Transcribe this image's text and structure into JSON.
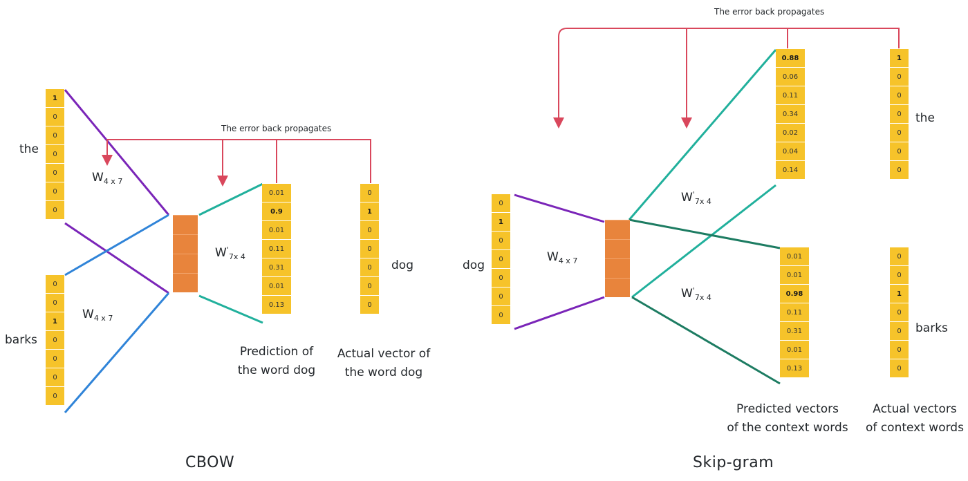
{
  "colors": {
    "vector": "#f6c32a",
    "hidden": "#e8843c",
    "arrow": "#d9475c",
    "purple": "#7a25b8",
    "blue": "#3084d8",
    "teal": "#21b09c",
    "darkteal": "#1d7c62"
  },
  "cbow": {
    "title": "CBOW",
    "error_label": "The error back propagates",
    "input_the": {
      "word": "the",
      "values": [
        "1",
        "0",
        "0",
        "0",
        "0",
        "0",
        "0"
      ]
    },
    "input_barks": {
      "word": "barks",
      "values": [
        "0",
        "0",
        "1",
        "0",
        "0",
        "0",
        "0"
      ]
    },
    "w_upper": {
      "base": "W",
      "sub": "4 x 7"
    },
    "w_lower": {
      "base": "W",
      "sub": "4 x 7"
    },
    "w_out": {
      "base": "W",
      "sup": "'",
      "sub": "7x 4"
    },
    "prediction": {
      "values": [
        "0.01",
        "0.9",
        "0.01",
        "0.11",
        "0.31",
        "0.01",
        "0.13"
      ],
      "hot_index": 1
    },
    "actual": {
      "values": [
        "0",
        "1",
        "0",
        "0",
        "0",
        "0",
        "0"
      ],
      "hot_index": 1
    },
    "dog_label": "dog",
    "prediction_caption": [
      "Prediction of",
      "the word dog"
    ],
    "actual_caption": [
      "Actual vector of",
      "the word dog"
    ]
  },
  "skipgram": {
    "title": "Skip-gram",
    "error_label": "The error back propagates",
    "input": {
      "word": "dog",
      "values": [
        "0",
        "1",
        "0",
        "0",
        "0",
        "0",
        "0"
      ],
      "hot_index": 1
    },
    "w_in": {
      "base": "W",
      "sub": "4 x 7"
    },
    "w_out_upper": {
      "base": "W",
      "sup": "'",
      "sub": "7x 4"
    },
    "w_out_lower": {
      "base": "W",
      "sup": "'",
      "sub": "7x 4"
    },
    "pred_upper": {
      "values": [
        "0.88",
        "0.06",
        "0.11",
        "0.34",
        "0.02",
        "0.04",
        "0.14"
      ],
      "hot_index": 0
    },
    "pred_lower": {
      "values": [
        "0.01",
        "0.01",
        "0.98",
        "0.11",
        "0.31",
        "0.01",
        "0.13"
      ],
      "hot_index": 2
    },
    "actual_upper": {
      "word": "the",
      "values": [
        "1",
        "0",
        "0",
        "0",
        "0",
        "0",
        "0"
      ],
      "hot_index": 0
    },
    "actual_lower": {
      "word": "barks",
      "values": [
        "0",
        "0",
        "1",
        "0",
        "0",
        "0",
        "0"
      ],
      "hot_index": 2
    },
    "predicted_caption": [
      "Predicted vectors",
      "of the context words"
    ],
    "actual_caption": [
      "Actual vectors",
      "of context words"
    ]
  }
}
